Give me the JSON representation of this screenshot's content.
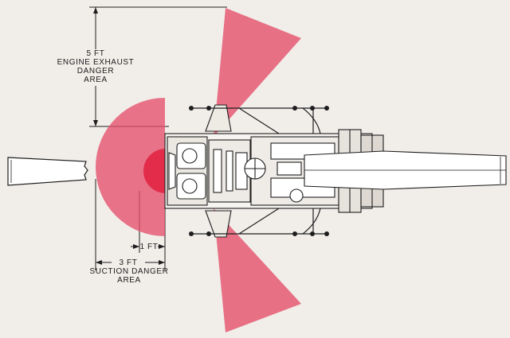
{
  "exhaust": {
    "distance": "5 FT",
    "caption": [
      "ENGINE EXHAUST",
      "DANGER",
      "AREA"
    ]
  },
  "suction": {
    "small_distance": "1 FT",
    "distance": "3 FT",
    "caption": [
      "SUCTION DANGER",
      "AREA"
    ]
  },
  "colors": {
    "danger_fill": "#e5506c",
    "danger_core": "#e22c4a",
    "line": "#1e1e1e",
    "background": "#f1eeea"
  }
}
